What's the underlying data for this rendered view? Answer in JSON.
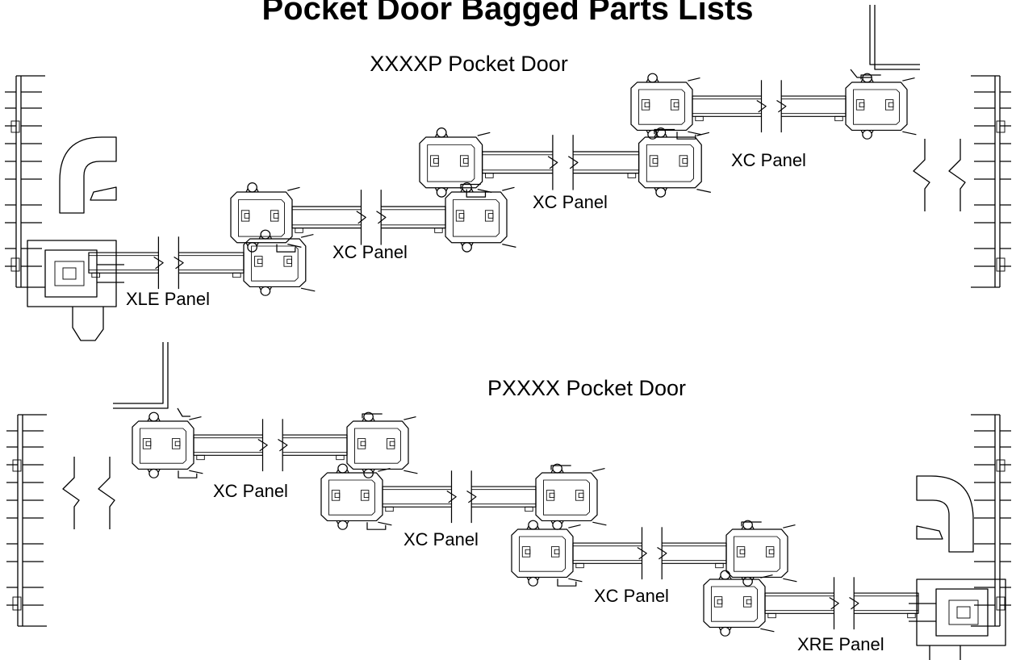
{
  "title": "Pocket Door Bagged Parts Lists",
  "diagrams": [
    {
      "heading": "XXXXP Pocket Door",
      "panels": [
        "XLE Panel",
        "XC Panel",
        "XC Panel",
        "XC Panel"
      ]
    },
    {
      "heading": "PXXXX Pocket Door",
      "panels": [
        "XC Panel",
        "XC Panel",
        "XC Panel",
        "XRE Panel"
      ]
    }
  ],
  "colors": {
    "line": "#000000",
    "background": "#ffffff"
  }
}
